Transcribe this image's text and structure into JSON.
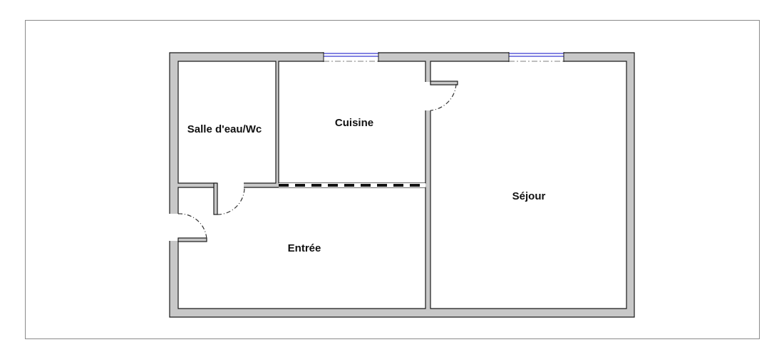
{
  "plan": {
    "rooms": {
      "bathroom": "Salle d'eau/Wc",
      "kitchen": "Cuisine",
      "living": "Séjour",
      "entrance": "Entrée"
    },
    "colors": {
      "wall_fill": "#c8c8c8",
      "wall_stroke": "#1a1a1a",
      "window": "#3b3bd1",
      "door_swing": "#333333",
      "frame": "#8a8a8a",
      "background": "#ffffff"
    }
  }
}
